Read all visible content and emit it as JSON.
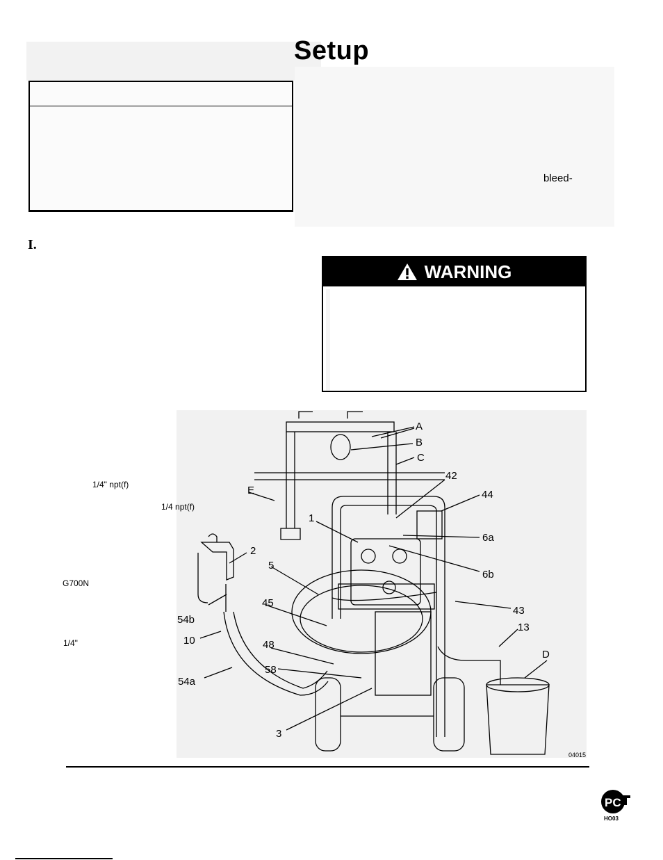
{
  "page": {
    "title": "Setup",
    "step_marker": "I.",
    "bleed_fragment": "bleed-"
  },
  "warning": {
    "heading": "WARNING"
  },
  "side_labels": {
    "air_inlet_thread": "1/4\" npt(f)",
    "fluid_thread": "1/4 npt(f)",
    "gun_model": "G700N",
    "hose_size": "1/4\""
  },
  "callouts": {
    "A": "A",
    "B": "B",
    "C": "C",
    "D": "D",
    "E": "E",
    "n42": "42",
    "n44": "44",
    "n1": "1",
    "n6a": "6a",
    "n6b": "6b",
    "n2": "2",
    "n5": "5",
    "n45": "45",
    "n43": "43",
    "n13": "13",
    "n48": "48",
    "n58": "58",
    "n54b": "54b",
    "n10": "10",
    "n54a": "54a",
    "n3": "3"
  },
  "figure_id": "04015",
  "logo_code": "HO03",
  "colors": {
    "ink": "#000000",
    "paper": "#ffffff",
    "shade": "#f1f1f1"
  }
}
